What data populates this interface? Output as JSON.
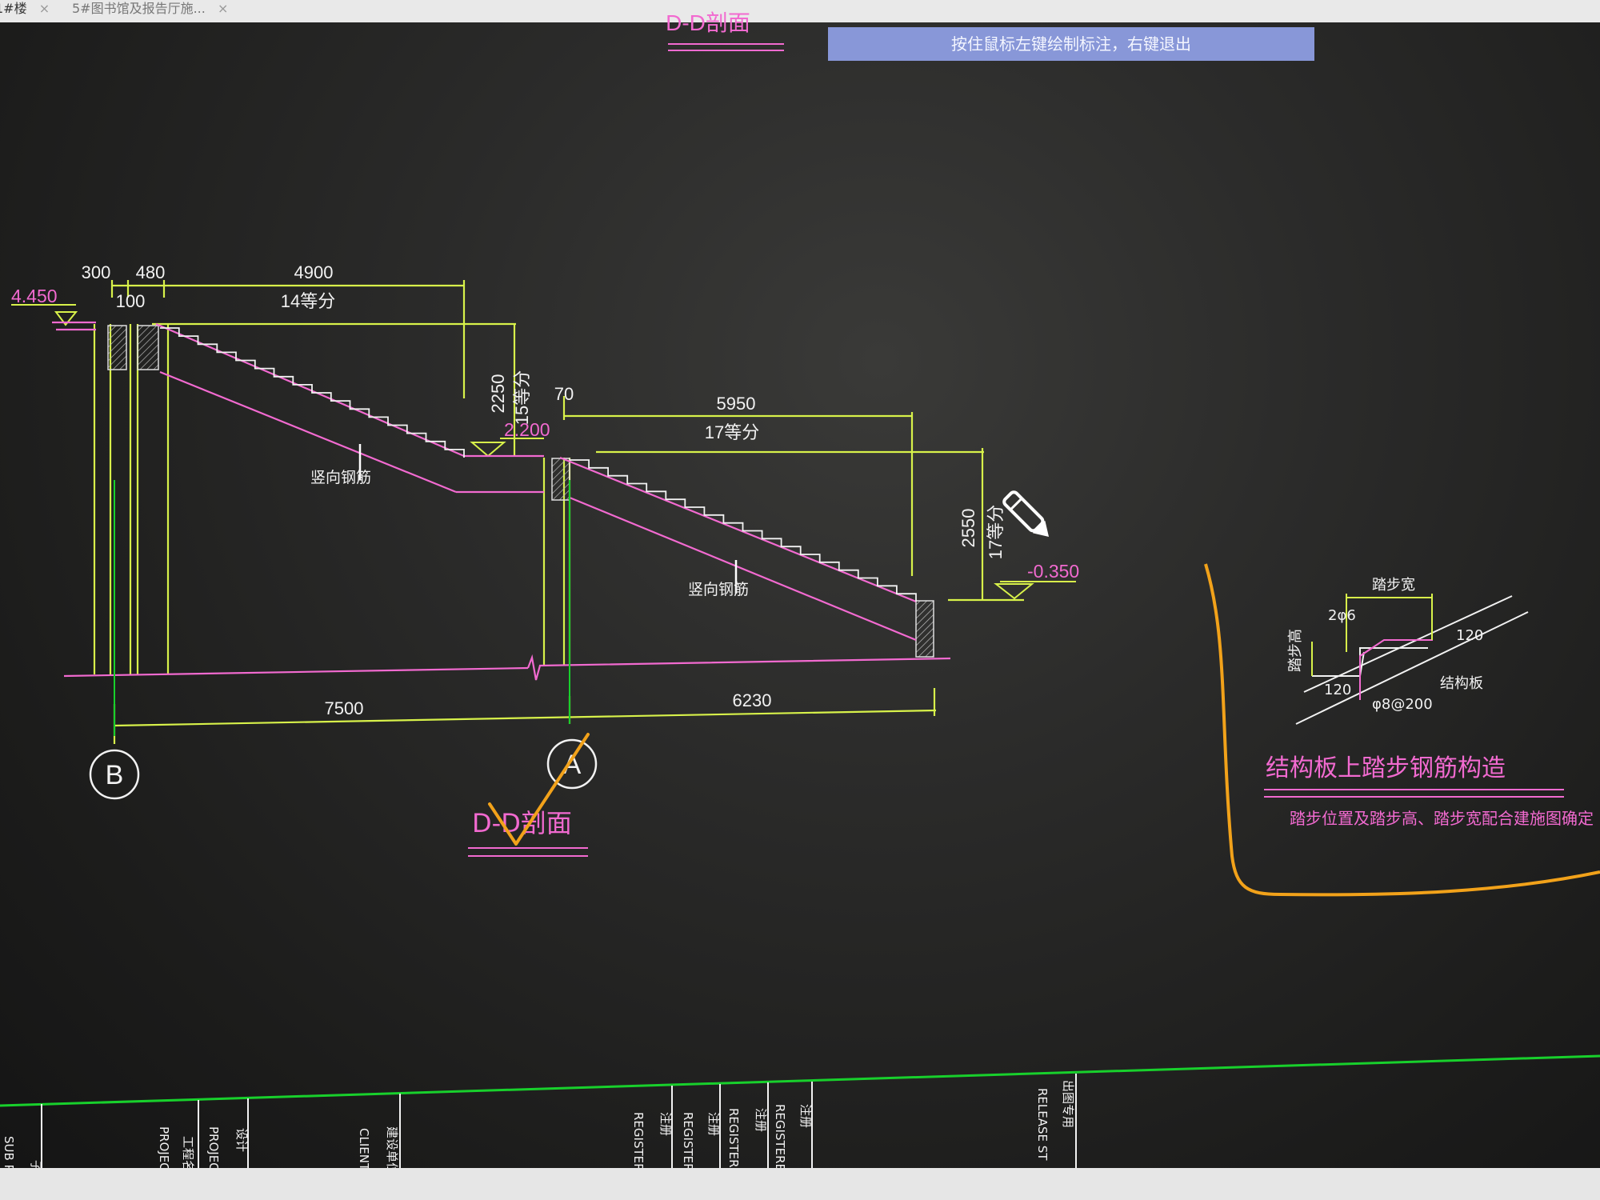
{
  "tabs": [
    {
      "label": "5#图书馆及报告厅施..."
    }
  ],
  "tab_close_label": "×",
  "tip": "按住鼠标左键绘制标注，右键退出",
  "section_top_title": "D-D剖面",
  "dims": {
    "d300": "300",
    "d480": "480",
    "d100": "100",
    "d4900": "4900",
    "steps14": "14等分",
    "d2250": "2250",
    "steps15": "15等分",
    "d70": "70",
    "d5950": "5950",
    "steps17": "17等分",
    "d2550": "2550",
    "steps17v": "17等分",
    "d7500": "7500",
    "d6230": "6230"
  },
  "levels": {
    "l1": "4.450",
    "l2": "2.200",
    "l3": "-0.350"
  },
  "labels": {
    "rebar1": "竖向钢筋",
    "rebar2": "竖向钢筋"
  },
  "axes": {
    "b": "B",
    "a": "A"
  },
  "section_title": "D-D剖面",
  "detail": {
    "title": "结构板上踏步钢筋构造",
    "note": "踏步位置及踏步高、踏步宽配合建施图确定",
    "step_width": "踏步宽",
    "step_height": "踏步高",
    "rebar_2": "2φ6",
    "dim_120a": "120",
    "dim_120b": "120",
    "rebar_8": "φ8@200",
    "slab": "结构板"
  },
  "titleblock": {
    "sub_project": "子项名称",
    "sub_project_en": "SUB PRO",
    "project": "工程名称",
    "project_en": "PROJECT N",
    "design": "设计",
    "design_en": "PROJECT",
    "client": "建设单位",
    "client_en": "CLIENT",
    "reg1": "注册",
    "reg1_en": "REGISTERED P",
    "reg2": "注册",
    "reg2_en": "REGISTERED",
    "reg3": "注册",
    "reg3_en": "REGISTERED",
    "reg4": "注册",
    "reg4_en": "REGISTERED",
    "release": "出图专用",
    "release_en": "RELEASE ST"
  },
  "colors": {
    "dim": "#d8f24a",
    "pink": "#f26ad0",
    "white": "#f2f2f2",
    "green": "#18d02c",
    "orange": "#f2a21a",
    "tip": "#8897d8"
  }
}
